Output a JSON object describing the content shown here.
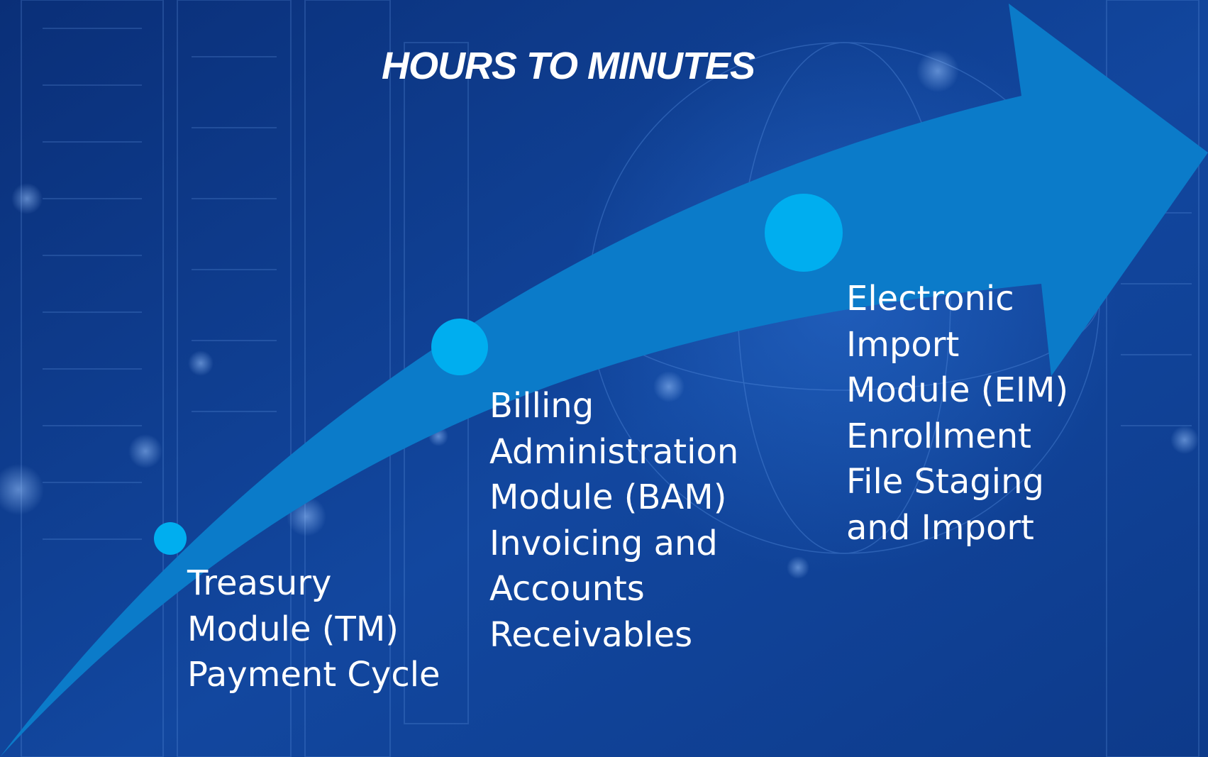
{
  "title": "HOURS TO MINUTES",
  "colors": {
    "background_dark": "#0a2f78",
    "background_mid": "#1550b0",
    "arrow": "#0b7bc9",
    "milestone_dot": "#00aeef",
    "text": "#ffffff"
  },
  "steps": [
    {
      "id": "tm",
      "lines": [
        "Treasury",
        "Module (TM)",
        "Payment Cycle"
      ]
    },
    {
      "id": "bam",
      "lines": [
        "Billing",
        "Administration",
        "Module (BAM)",
        "Invoicing and",
        "Accounts",
        "Receivables"
      ]
    },
    {
      "id": "eim",
      "lines": [
        "Electronic",
        "Import",
        "Module (EIM)",
        "Enrollment",
        "File Staging",
        "and Import"
      ]
    }
  ]
}
